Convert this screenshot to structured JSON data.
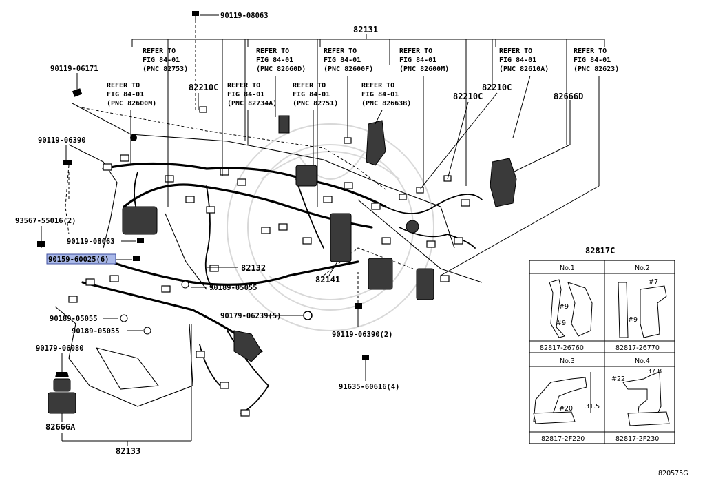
{
  "labels": {
    "p90119_08063_top": "90119-08063",
    "p82131": "82131",
    "p90119_06171": "90119-06171",
    "p90119_06390_left": "90119-06390",
    "p93567_55016": "93567-55016(2)",
    "p90119_08063_mid": "90119-08063",
    "p90159_60025": "90159-60025(6)",
    "p82132": "82132",
    "p90189_05055_a": "90189-05055",
    "p90189_05055_b": "90189-05055",
    "p90189_05055_c": "90189-05055",
    "p90179_06239": "90179-06239(5)",
    "p82141": "82141",
    "p90119_06390_2": "90119-06390(2)",
    "p91635_60616": "91635-60616(4)",
    "p90179_06080": "90179-06080",
    "p82666A": "82666A",
    "p82133": "82133",
    "p82210C_a": "82210C",
    "p82210C_b": "82210C",
    "p82210C_c": "82210C",
    "p82666D": "82666D",
    "p82817C": "82817C",
    "fig_code": "820575G"
  },
  "refer": [
    {
      "l1": "REFER TO",
      "l2": "FIG 84-01",
      "l3": "(PNC 82753)"
    },
    {
      "l1": "REFER TO",
      "l2": "FIG 84-01",
      "l3": "(PNC 82600M)"
    },
    {
      "l1": "REFER TO",
      "l2": "FIG 84-01",
      "l3": "(PNC 82734A)"
    },
    {
      "l1": "REFER TO",
      "l2": "FIG 84-01",
      "l3": "(PNC 82660D)"
    },
    {
      "l1": "REFER TO",
      "l2": "FIG 84-01",
      "l3": "(PNC 82751)"
    },
    {
      "l1": "REFER TO",
      "l2": "FIG 84-01",
      "l3": "(PNC 82600F)"
    },
    {
      "l1": "REFER TO",
      "l2": "FIG 84-01",
      "l3": "(PNC 82663B)"
    },
    {
      "l1": "REFER TO",
      "l2": "FIG 84-01",
      "l3": "(PNC 82600M)"
    },
    {
      "l1": "REFER TO",
      "l2": "FIG 84-01",
      "l3": "(PNC 82610A)"
    },
    {
      "l1": "REFER TO",
      "l2": "FIG 84-01",
      "l3": "(PNC 82623)"
    }
  ],
  "table": {
    "cells": [
      {
        "no": "No.1",
        "part": "82817-26760",
        "dims": [
          "#9",
          "#9"
        ]
      },
      {
        "no": "No.2",
        "part": "82817-26770",
        "dims": [
          "#7",
          "#9"
        ]
      },
      {
        "no": "No.3",
        "part": "82817-2F220",
        "dims": [
          "#20",
          "31.5"
        ]
      },
      {
        "no": "No.4",
        "part": "82817-2F230",
        "dims": [
          "37.8",
          "#22"
        ]
      }
    ]
  },
  "colors": {
    "highlight": "#a9b8e8"
  }
}
